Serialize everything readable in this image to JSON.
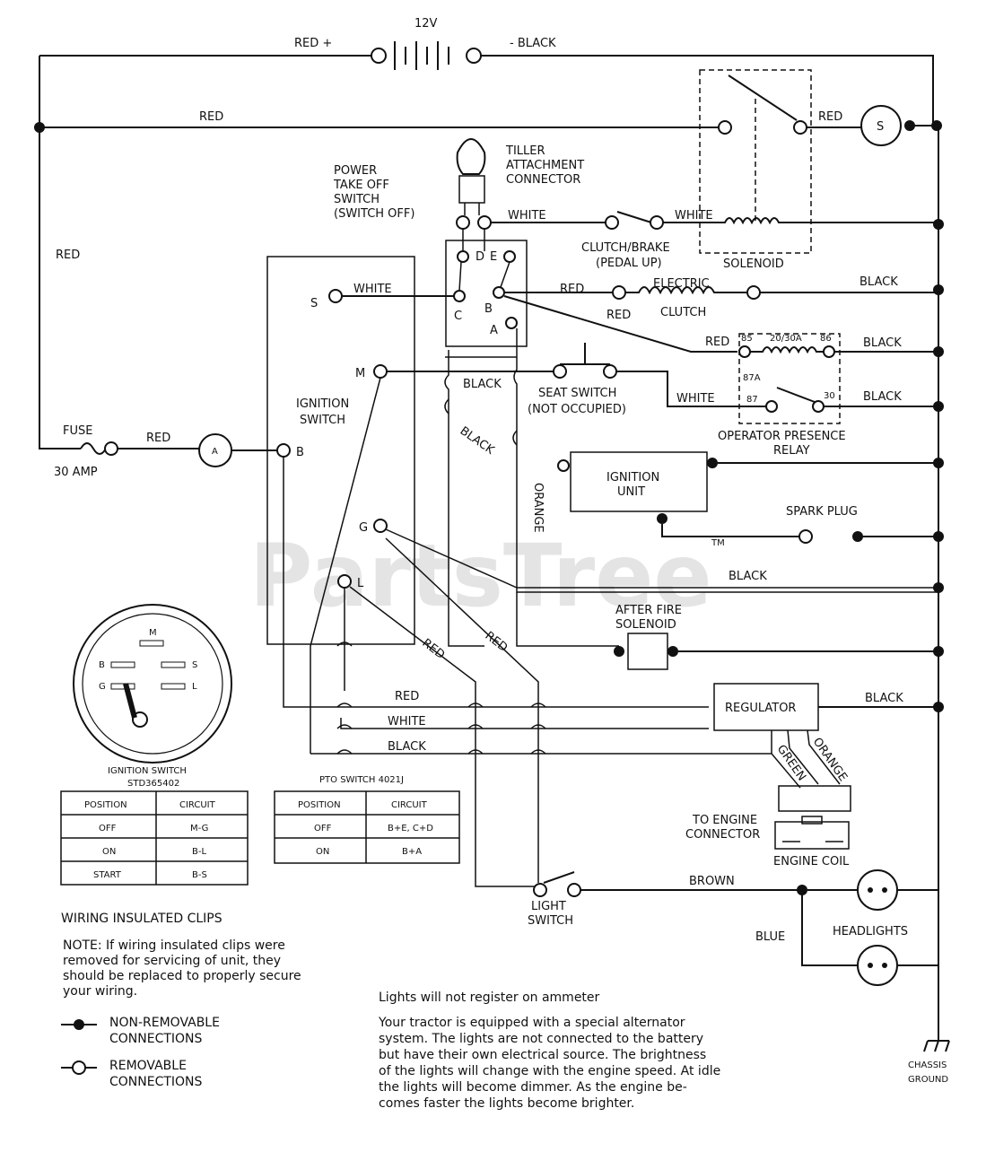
{
  "watermark": {
    "text": "PartsTree",
    "tm": "TM"
  },
  "battery": {
    "voltage": "12V",
    "pos_label": "RED +",
    "neg_label": "- BLACK"
  },
  "wire_colors": {
    "red": "RED",
    "white": "WHITE",
    "black": "BLACK",
    "orange": "ORANGE",
    "green": "GREEN",
    "brown": "BROWN",
    "blue": "BLUE"
  },
  "components": {
    "starter": "S",
    "solenoid": "SOLENOID",
    "tiller": [
      "TILLER",
      "ATTACHMENT",
      "CONNECTOR"
    ],
    "pto_switch": [
      "POWER",
      "TAKE OFF",
      "SWITCH",
      "(SWITCH OFF)"
    ],
    "clutch_brake": [
      "CLUTCH/BRAKE",
      "(PEDAL UP)"
    ],
    "electric_clutch": [
      "ELECTRIC",
      "CLUTCH"
    ],
    "relay_rating": "20/30A",
    "relay_terminals": {
      "t85": "85",
      "t86": "86",
      "t87a": "87A",
      "t87": "87",
      "t30": "30"
    },
    "relay": [
      "OPERATOR PRESENCE",
      "RELAY"
    ],
    "seat_switch": [
      "SEAT SWITCH",
      "(NOT OCCUPIED)"
    ],
    "ignition_switch": [
      "IGNITION",
      "SWITCH"
    ],
    "ignition_terminals": {
      "s": "S",
      "m": "M",
      "b": "B",
      "g": "G",
      "l": "L"
    },
    "pto_terminals": {
      "d": "D",
      "e": "E",
      "c": "C",
      "b": "B",
      "a": "A"
    },
    "fuse": [
      "FUSE",
      "30 AMP"
    ],
    "ammeter": "A",
    "ignition_unit": [
      "IGNITION",
      "UNIT"
    ],
    "spark_plug": "SPARK PLUG",
    "after_fire": [
      "AFTER FIRE",
      "SOLENOID"
    ],
    "regulator": "REGULATOR",
    "engine_connector": [
      "TO ENGINE",
      "CONNECTOR"
    ],
    "engine_coil": "ENGINE COIL",
    "light_switch": [
      "LIGHT",
      "SWITCH"
    ],
    "headlights": "HEADLIGHTS",
    "chassis_ground": [
      "CHASSIS",
      "GROUND"
    ]
  },
  "ign_face": {
    "m": "M",
    "b": "B",
    "s": "S",
    "g": "G",
    "l": "L"
  },
  "ign_table": {
    "title": [
      "IGNITION SWITCH",
      "STD365402"
    ],
    "headers": [
      "POSITION",
      "CIRCUIT"
    ],
    "rows": [
      [
        "OFF",
        "M-G"
      ],
      [
        "ON",
        "B-L"
      ],
      [
        "START",
        "B-S"
      ]
    ]
  },
  "pto_table": {
    "title": "PTO SWITCH 4021J",
    "headers": [
      "POSITION",
      "CIRCUIT"
    ],
    "rows": [
      [
        "OFF",
        "B+E, C+D"
      ],
      [
        "ON",
        "B+A"
      ]
    ]
  },
  "clips": {
    "title": "WIRING INSULATED CLIPS",
    "note": [
      "NOTE: If wiring insulated clips were",
      "removed for servicing of unit, they",
      "should be replaced to properly secure",
      "your wiring."
    ]
  },
  "legend": {
    "non_removable": [
      "NON-REMOVABLE",
      "CONNECTIONS"
    ],
    "removable": [
      "REMOVABLE",
      "CONNECTIONS"
    ]
  },
  "lights_note": {
    "title": "Lights will not register on ammeter",
    "body": [
      "Your tractor is equipped with a special alternator",
      "system. The lights are not connected to the battery",
      "but have their own electrical source. The brightness",
      "of the lights will change with the engine speed. At idle",
      "the lights will become dimmer. As the engine be-",
      "comes faster the lights become brighter."
    ]
  }
}
